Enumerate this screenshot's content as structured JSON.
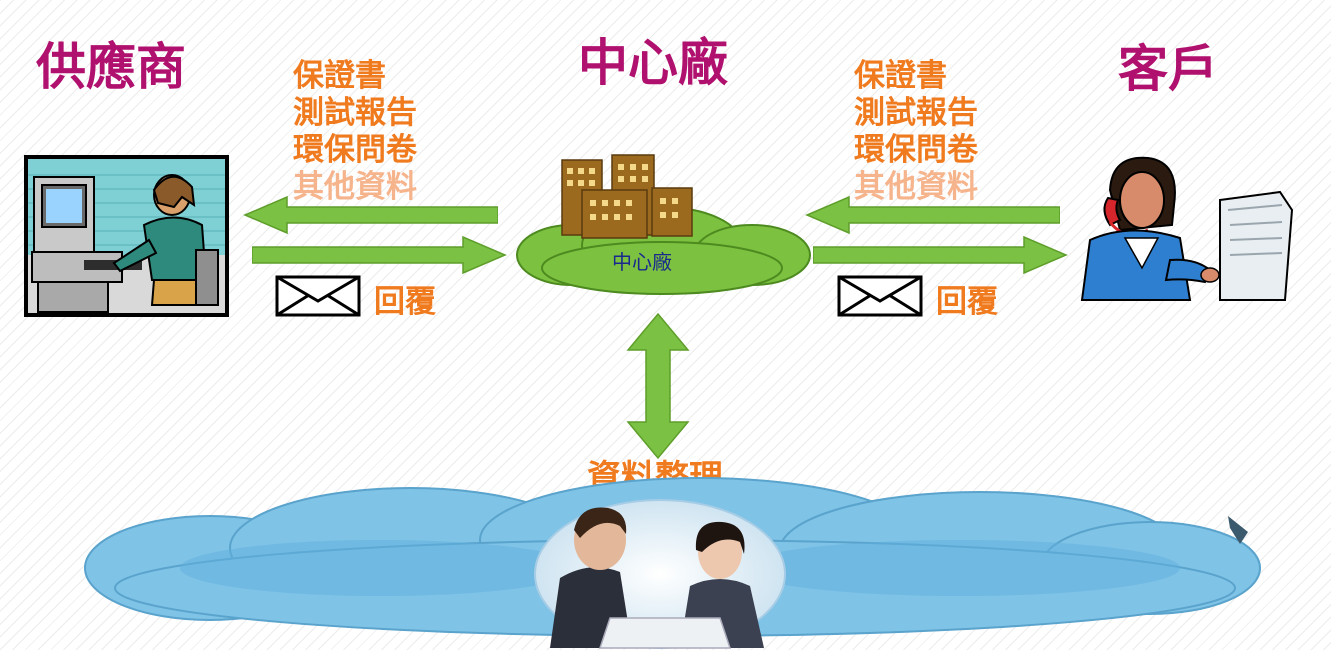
{
  "titles": {
    "supplier": "供應商",
    "center": "中心廠",
    "customer": "客戶"
  },
  "left_docs": {
    "items": [
      "保證書",
      "測試報告",
      "環保問卷",
      "其他資料"
    ]
  },
  "right_docs": {
    "items": [
      "保證書",
      "測試報告",
      "環保問卷",
      "其他資料"
    ]
  },
  "replies": {
    "left": "回覆",
    "right": "回覆"
  },
  "center_plant": {
    "label": "中心廠"
  },
  "data_org": {
    "label": "資料整理"
  },
  "colors": {
    "title": "#b0106e",
    "doc_text": "#f07a1e",
    "doc_text_faded": "#f6b48c",
    "arrow": "#7bc143",
    "cloud_green": "#7cc140",
    "cloud_blue": "#7fc3e6"
  }
}
